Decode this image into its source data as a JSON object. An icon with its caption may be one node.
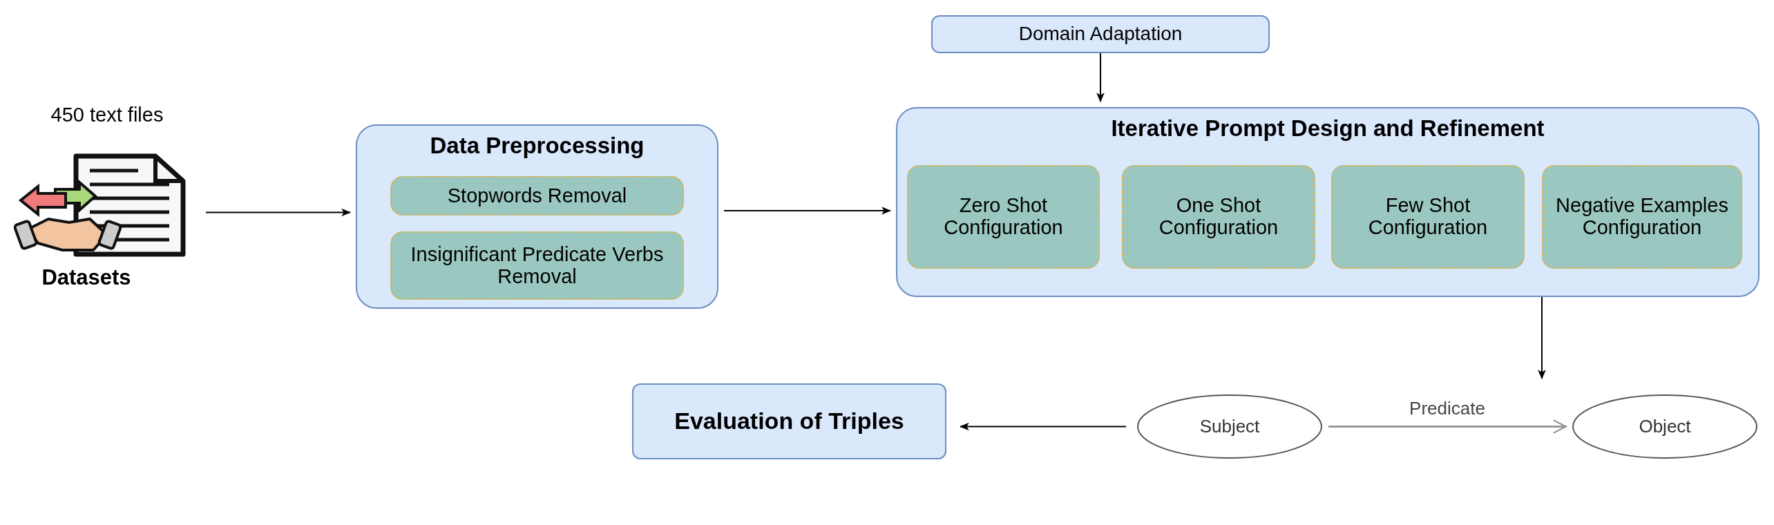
{
  "diagram": {
    "nodes": [
      {
        "text": [
          "450 text files",
          "Datasets"
        ]
      },
      {
        "text": [
          "Data Preprocessing"
        ]
      },
      {
        "text": [
          "Stopwords Removal"
        ],
        "in": 1
      },
      {
        "text": [
          "Insignificant Predicate Verbs Removal"
        ],
        "in": 1
      },
      {
        "text": [
          "Domain Adaptation"
        ]
      },
      {
        "text": [
          "Iterative Prompt Design and Refinement"
        ]
      },
      {
        "text": [
          "Zero Shot Configuration"
        ],
        "in": 5
      },
      {
        "text": [
          "One Shot Configuration"
        ],
        "in": 5
      },
      {
        "text": [
          "Few Shot Configuration"
        ],
        "in": 5
      },
      {
        "text": [
          "Negative Examples Configuration"
        ],
        "in": 5
      },
      {
        "text": [
          "Evaluation of Triples"
        ]
      },
      {
        "text": [
          "Subject"
        ]
      },
      {
        "text": [
          "Object"
        ]
      }
    ],
    "edges": [
      {
        "from": 0,
        "to": 1,
        "arrow": "to"
      },
      {
        "from": 1,
        "to": 5,
        "arrow": "to"
      },
      {
        "from": 4,
        "to": 5,
        "arrow": "to"
      },
      {
        "from": 5,
        "to": null,
        "arrow": "to"
      },
      {
        "from": 11,
        "to": 10,
        "arrow": "to"
      },
      {
        "from": 11,
        "to": 12,
        "arrow": "to",
        "label": "Predicate",
        "color": "#999999"
      }
    ]
  }
}
